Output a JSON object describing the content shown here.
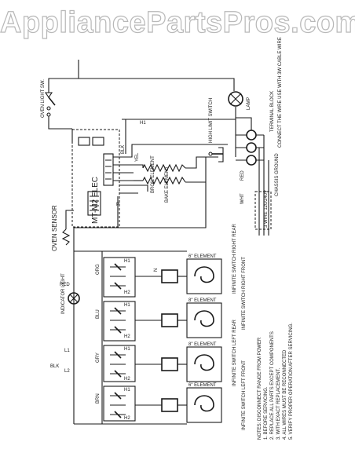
{
  "watermark": "AppliancePartsPros.com",
  "labels": {
    "oven_light_switch": "OVEN LIGHT SW.",
    "clock_control": "MT-M2 ELEC",
    "oven_sensor": "OVEN SENSOR",
    "indicator_light": "INDICATOR LIGHT",
    "hi_limit_switch": "HIGH LIMIT SWITCH",
    "lamp": "LAMP",
    "broil_element": "BROIL ELEMENT",
    "bake_element": "BAKE ELEMENT",
    "terminal_block": "TERMINAL BLOCK",
    "wire_note": "CONNECT THE WIRE USE WITH 3W CABLE WIRE",
    "ground": "CHASSIS GROUND",
    "power": "3 WIRE 120/240V",
    "sw_right_rear": "INFINITE SWITCH RIGHT REAR",
    "sw_right_front": "INFINITE SWITCH RIGHT FRONT",
    "sw_left_rear": "INFINITE SWITCH LEFT REAR",
    "sw_left_front": "INFINITE SWITCH LEFT FRONT",
    "el_rr": "6\" ELEMENT",
    "el_rf": "8\" ELEMENT",
    "el_lr": "8\" ELEMENT",
    "el_lf": "6\" ELEMENT"
  },
  "wire_colors": {
    "blk": "BLK",
    "red": "RED",
    "wht": "WHT",
    "org": "ORG",
    "yel": "YEL",
    "blu": "BLU",
    "gry": "GRY",
    "brn": "BRN"
  },
  "terminals": {
    "l1": "L1",
    "l2": "L2",
    "h1": "H1",
    "h2": "H2",
    "p": "P",
    "n": "N"
  },
  "notes": [
    "NOTES: DISCONNECT RANGE FROM POWER",
    "1. BEFORE SERVICING.",
    "2. REPLACE ALL PARTS EXCEPT COMPONENTS",
    "3. WITH EXACT REPLACEMENT.",
    "4. ALL WIRES MUST BE RECONNECTED",
    "5. VERIFY PROPER OPERATION AFTER SERVICING."
  ],
  "diagram_color": "#1a1a1a",
  "watermark_outline": "#b8b8b8"
}
